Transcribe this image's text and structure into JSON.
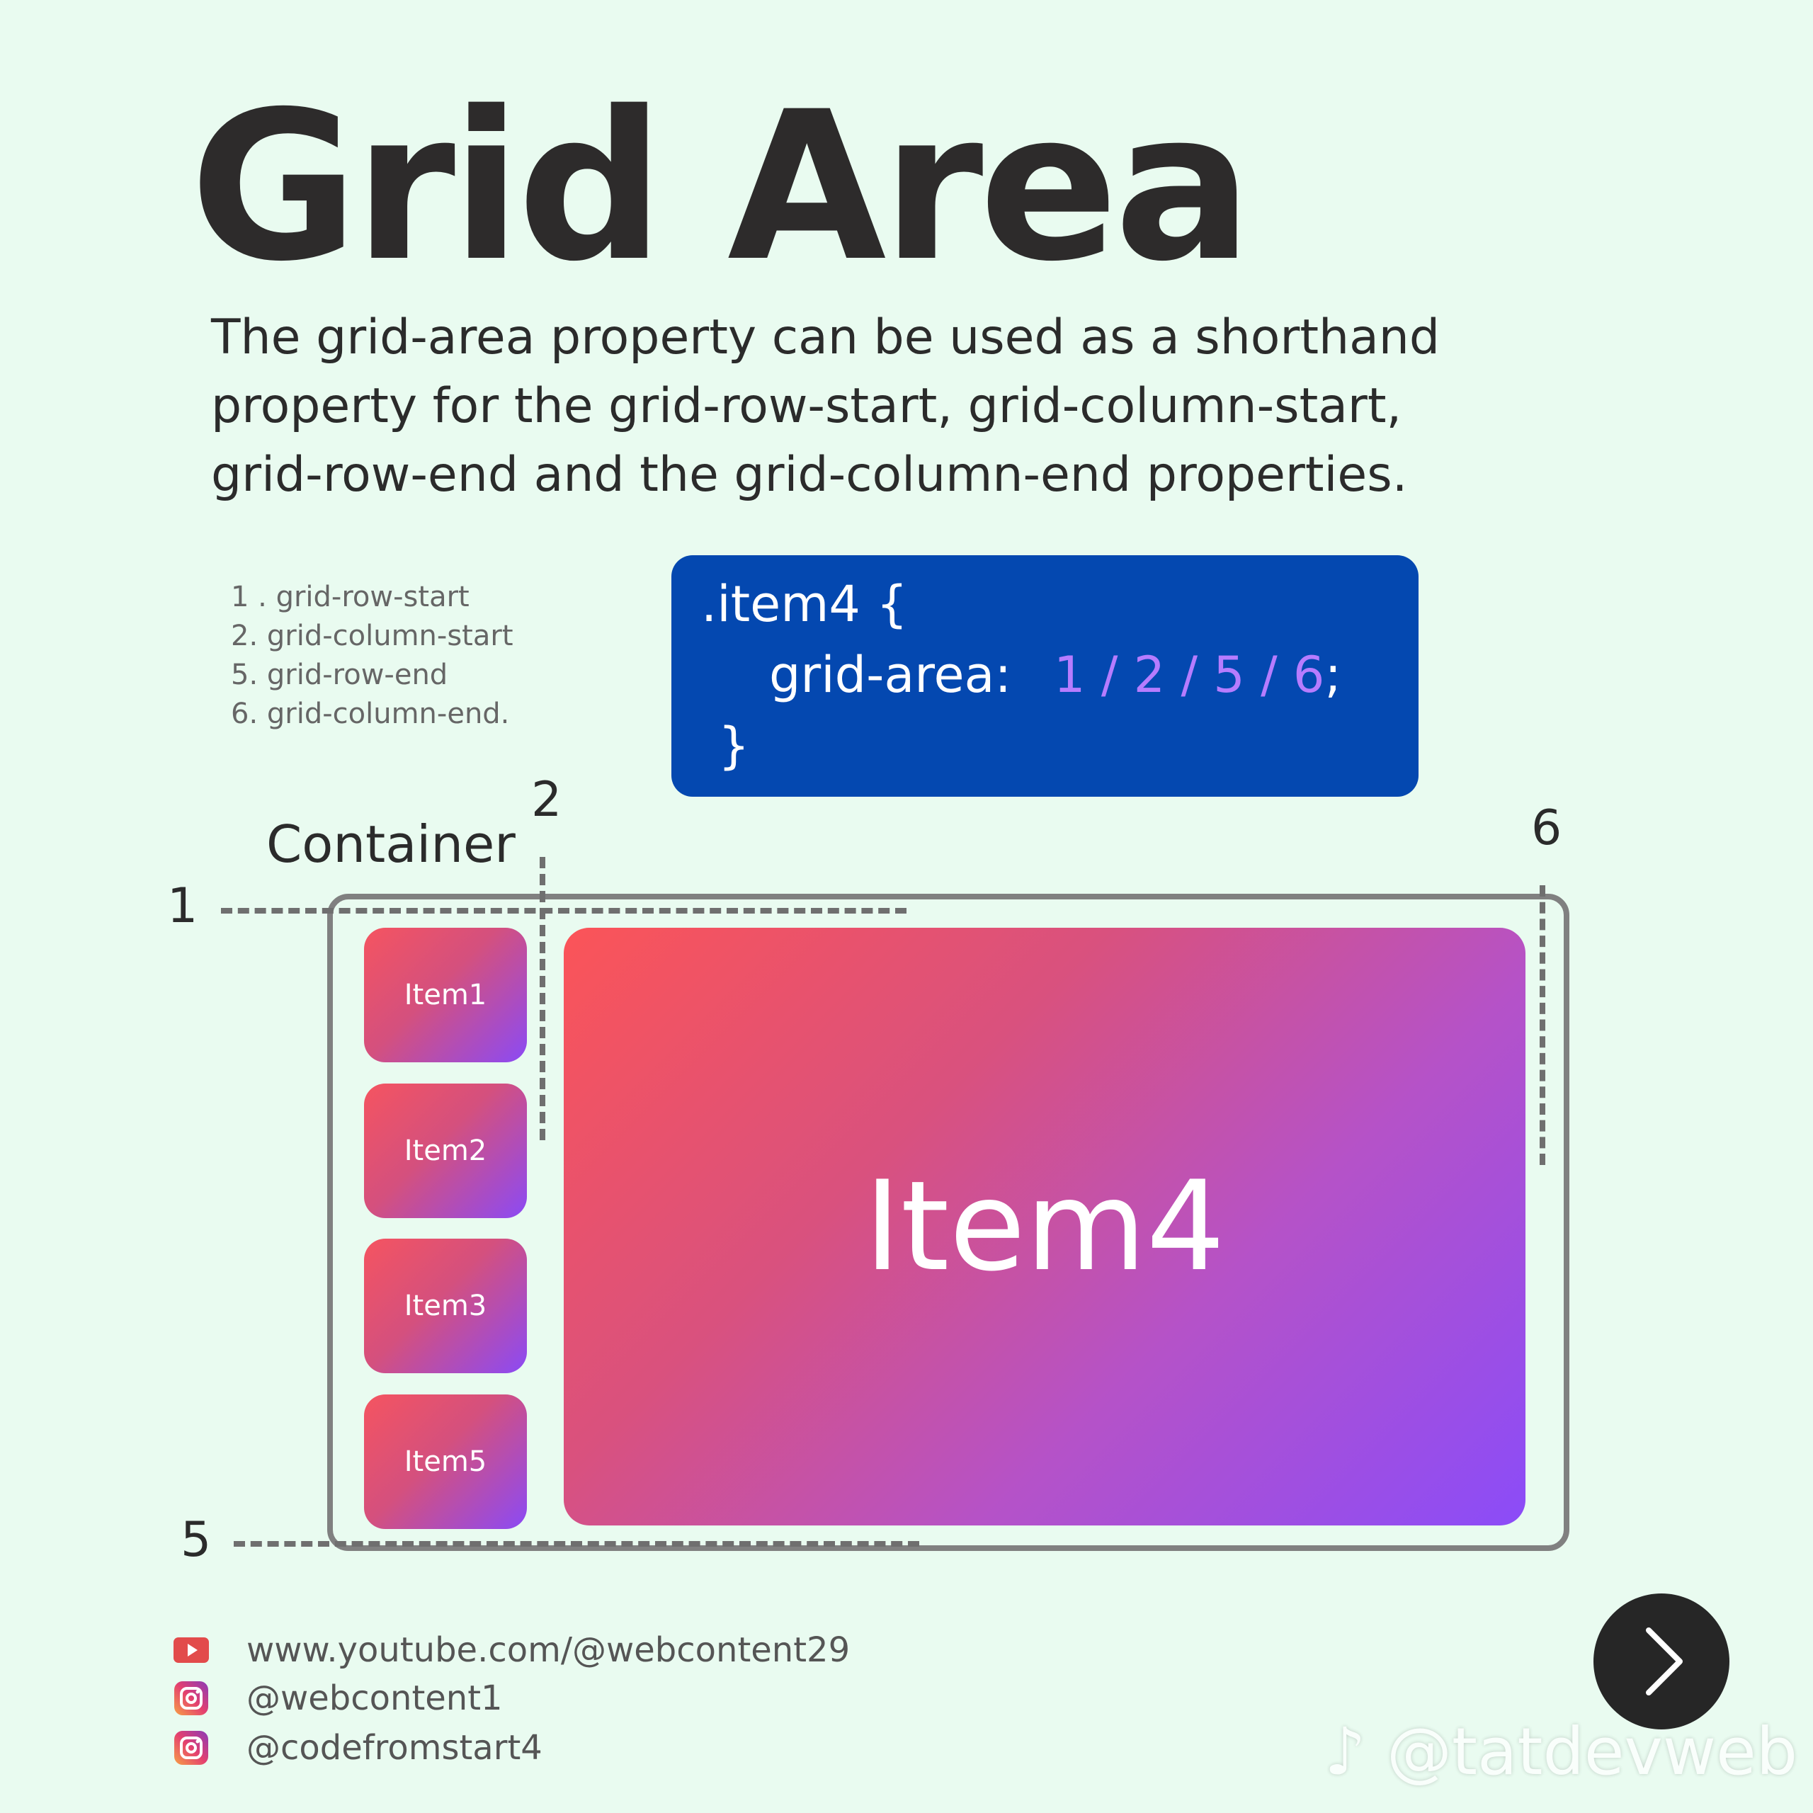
{
  "title": "Grid Area",
  "description": [
    "The grid-area property can be used as a shorthand",
    "property for the grid-row-start, grid-column-start,",
    "grid-row-end and the grid-column-end properties."
  ],
  "legend": [
    "1 . grid-row-start",
    "2.  grid-column-start",
    "5. grid-row-end",
    "6. grid-column-end."
  ],
  "code": {
    "selector": ".item4 {",
    "property": "grid-area:",
    "value": "1 / 2 / 5 / 6",
    "semicolon": ";",
    "closing": "}"
  },
  "diagram": {
    "container_label": "Container",
    "line_numbers": {
      "row_start": "1",
      "col_start": "2",
      "row_end": "5",
      "col_end": "6"
    },
    "items": [
      "Item1",
      "Item2",
      "Item3",
      "Item5"
    ],
    "main_item": "Item4"
  },
  "footer": {
    "youtube": "www.youtube.com/@webcontent29",
    "instagram1": "@webcontent1",
    "instagram2": "@codefromstart4"
  },
  "watermark": "@tatdevweb",
  "colors": {
    "background": "#e9fbf0",
    "code_box": "#0448b0",
    "code_value": "#b67cff",
    "gradient_start": "#fb5458",
    "gradient_end": "#8b4cf8"
  }
}
